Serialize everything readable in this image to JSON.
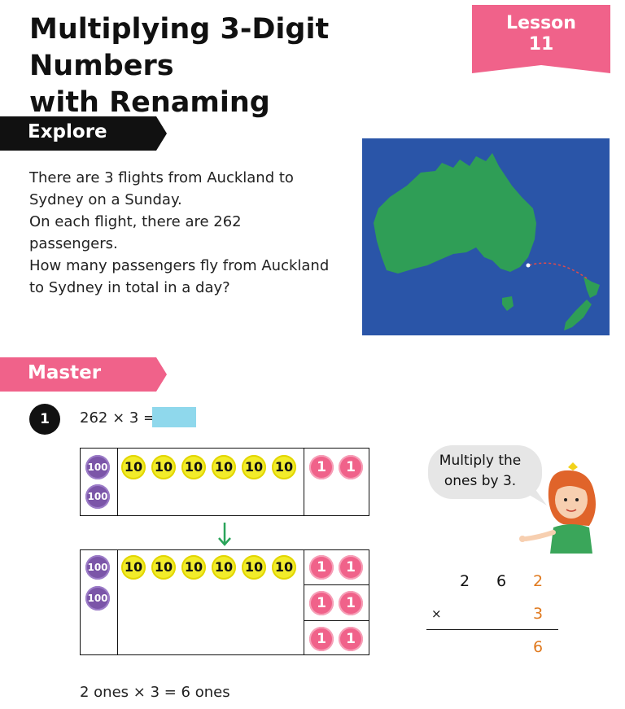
{
  "title": {
    "line1": "Multiplying 3-Digit Numbers",
    "line2": "with Renaming"
  },
  "lesson": {
    "label": "Lesson",
    "number": "11"
  },
  "explore": {
    "heading": "Explore",
    "lines": [
      "There are 3 flights from Auckland to",
      "Sydney on a Sunday.",
      "On each flight, there are 262",
      "passengers.",
      "How many passengers fly from Auckland",
      "to Sydney in total in a day?"
    ]
  },
  "master": {
    "heading": "Master",
    "question_number": "1",
    "equation": "262 × 3 =",
    "table1": {
      "hundreds": [
        "100",
        "100"
      ],
      "tens": [
        "10",
        "10",
        "10",
        "10",
        "10",
        "10"
      ],
      "ones": [
        "1",
        "1"
      ]
    },
    "table2": {
      "hundreds": [
        "100",
        "100"
      ],
      "tens": [
        "10",
        "10",
        "10",
        "10",
        "10",
        "10"
      ],
      "ones_rows": [
        [
          "1",
          "1"
        ],
        [
          "1",
          "1"
        ],
        [
          "1",
          "1"
        ]
      ]
    },
    "speech": {
      "line1": "Multiply the",
      "line2": "ones by 3."
    },
    "calc": {
      "d1": "2",
      "d2": "6",
      "d3": "2",
      "times": "×",
      "mult": "3",
      "result": "6"
    },
    "caption": "2 ones × 3 = 6 ones"
  },
  "colors": {
    "pink": "#f0628a",
    "purple": "#7b55a8",
    "yellow": "#f2ec2a",
    "answer_box": "#8fd8ec",
    "orange": "#e07a1f",
    "green_arrow": "#2aa45a"
  }
}
